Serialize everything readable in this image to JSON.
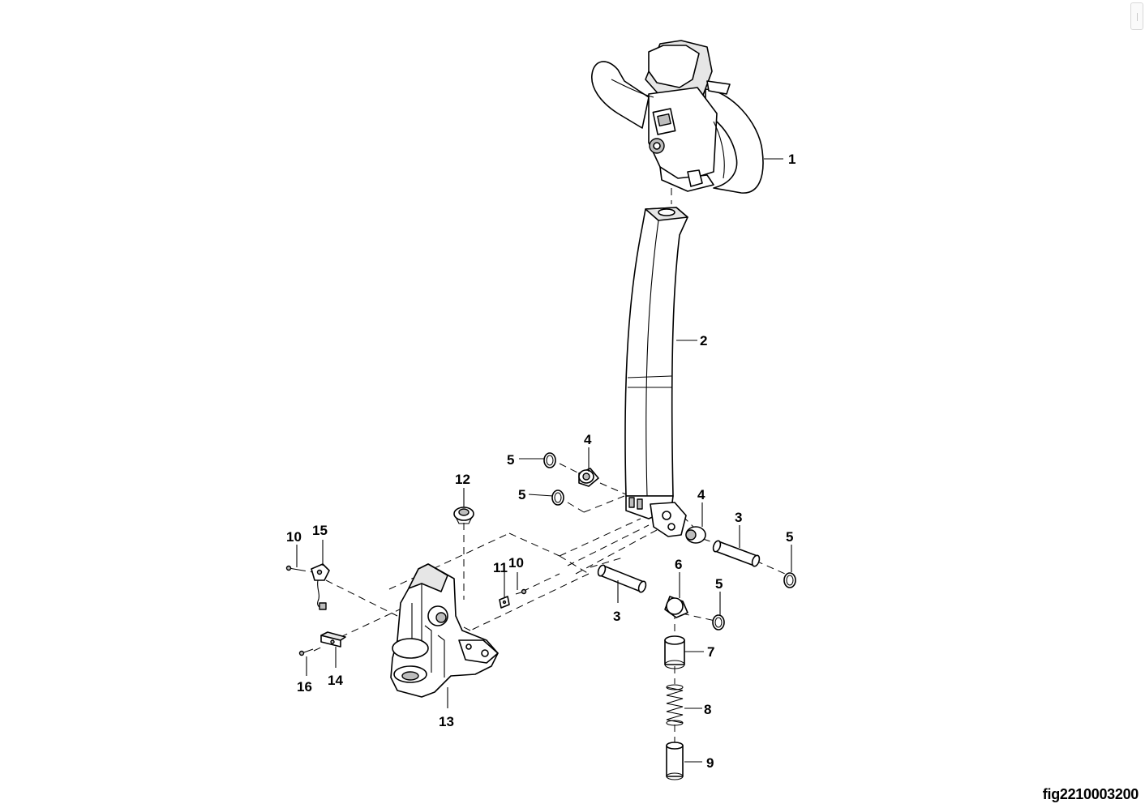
{
  "figure_id": "fig2210003200",
  "callouts": {
    "c1": "1",
    "c2": "2",
    "c3a": "3",
    "c3b": "3",
    "c4a": "4",
    "c4b": "4",
    "c5a": "5",
    "c5b": "5",
    "c5c": "5",
    "c5d": "5",
    "c6": "6",
    "c7": "7",
    "c8": "8",
    "c9": "9",
    "c10a": "10",
    "c10b": "10",
    "c11": "11",
    "c12": "12",
    "c13": "13",
    "c14": "14",
    "c15": "15",
    "c16": "16"
  }
}
